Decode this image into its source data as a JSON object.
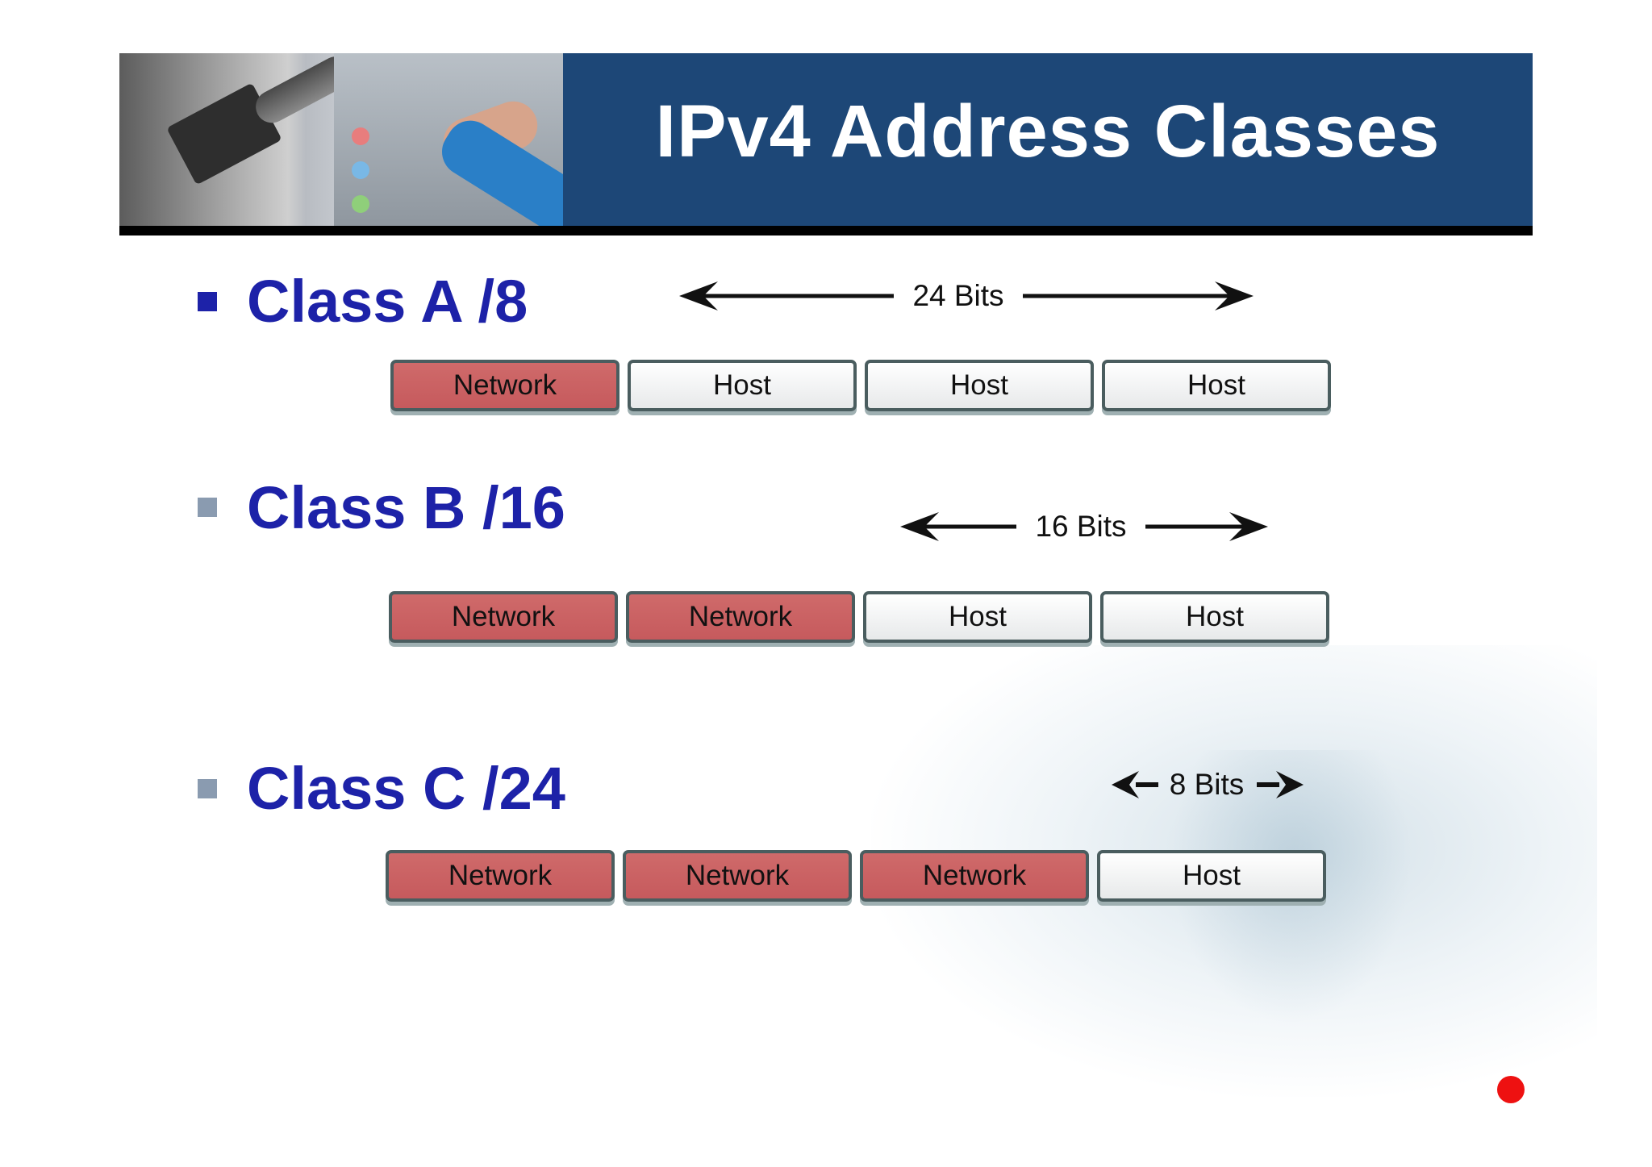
{
  "title": "IPv4 Address Classes",
  "colors": {
    "header_bar": "#1d4777",
    "heading_text": "#1d22a8",
    "network_octet": "#c65a5d",
    "host_octet": "#ffffff",
    "marker_dot": "#ee1111"
  },
  "classes": [
    {
      "heading": "Class A /8",
      "bits_label": "24 Bits",
      "octets": [
        "Network",
        "Host",
        "Host",
        "Host"
      ],
      "octet_types": [
        "network",
        "host",
        "host",
        "host"
      ]
    },
    {
      "heading": "Class B /16",
      "bits_label": "16 Bits",
      "octets": [
        "Network",
        "Network",
        "Host",
        "Host"
      ],
      "octet_types": [
        "network",
        "network",
        "host",
        "host"
      ]
    },
    {
      "heading": "Class C /24",
      "bits_label": "8 Bits",
      "octets": [
        "Network",
        "Network",
        "Network",
        "Host"
      ],
      "octet_types": [
        "network",
        "network",
        "network",
        "host"
      ]
    }
  ]
}
